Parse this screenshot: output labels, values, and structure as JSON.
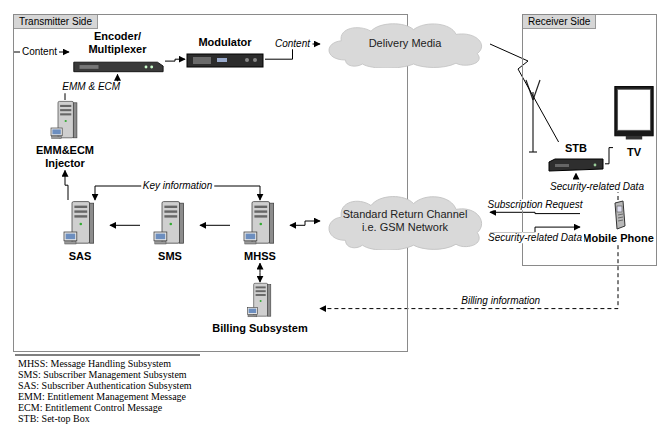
{
  "diagram": {
    "nodes": [
      {
        "text": [
          "Transmitter Side"
        ]
      },
      {
        "text": [
          "Receiver Side"
        ]
      },
      {
        "text": [
          "Encoder/ Multiplexer"
        ],
        "in": 0
      },
      {
        "text": [
          "Modulator"
        ],
        "in": 0
      },
      {
        "text": [
          "EMM&ECM Injector"
        ],
        "in": 0
      },
      {
        "text": [
          "SAS"
        ],
        "in": 0
      },
      {
        "text": [
          "SMS"
        ],
        "in": 0
      },
      {
        "text": [
          "MHSS"
        ],
        "in": 0
      },
      {
        "text": [
          "Billing Subsystem"
        ],
        "in": 0
      },
      {
        "text": [
          "Delivery Media"
        ]
      },
      {
        "text": [
          "Standard Return Channel i.e. GSM Network"
        ]
      },
      {
        "text": [
          "STB"
        ],
        "in": 1
      },
      {
        "text": [
          "TV"
        ],
        "in": 1
      },
      {
        "text": [
          "Mobile Phone"
        ],
        "in": 1
      }
    ],
    "edges": [
      {
        "from": 2,
        "to": 3,
        "arrow": "to"
      },
      {
        "from": 3,
        "to": 9,
        "label": "Content",
        "arrow": "to"
      },
      {
        "from": 9,
        "to": 11,
        "arrow": "none"
      },
      {
        "from": 11,
        "to": 12,
        "arrow": "none"
      },
      {
        "from": 4,
        "to": 2,
        "label": "EMM & ECM",
        "arrow": "to"
      },
      {
        "from": 5,
        "to": 4,
        "arrow": "to"
      },
      {
        "from": 6,
        "to": 5,
        "arrow": "to"
      },
      {
        "from": 7,
        "to": 6,
        "arrow": "to"
      },
      {
        "from": 5,
        "to": 7,
        "label": "Key information",
        "arrow": "both"
      },
      {
        "from": 7,
        "to": 8,
        "arrow": "both"
      },
      {
        "from": 7,
        "to": 10,
        "arrow": "both"
      },
      {
        "from": 13,
        "to": 10,
        "label": "Subscription Request",
        "arrow": "to"
      },
      {
        "from": 10,
        "to": 13,
        "label": "Security-related Data",
        "arrow": "to"
      },
      {
        "from": 13,
        "to": 11,
        "label": "Security-related Data",
        "arrow": "to"
      },
      {
        "from": 13,
        "to": 8,
        "label": "Billing information",
        "arrow": "to"
      }
    ],
    "labels": [
      "Content",
      "MHSS: Message Handling Subsystem",
      "SMS: Subscriber Management Subsystem",
      "SAS: Subscriber Authentication Subsystem",
      "EMM: Entitlement Management Message",
      "ECM: Entitlement Control Message",
      "STB: Set-top Box"
    ]
  }
}
